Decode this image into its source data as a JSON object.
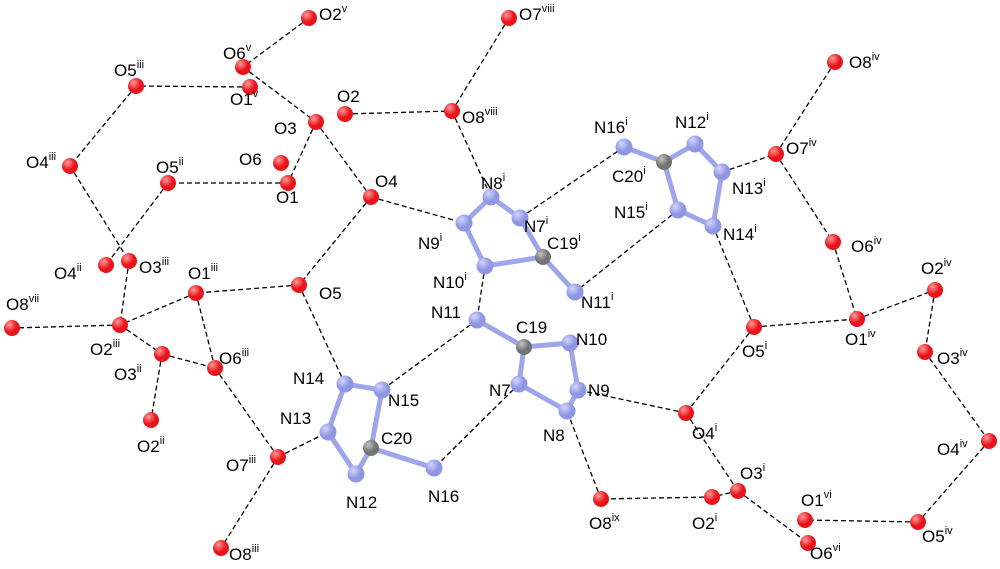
{
  "colors": {
    "oxygen": "#e8141b",
    "oxygen_highlight": "#ff9a9a",
    "nitrogen": "#8f96e3",
    "nitrogen_highlight": "#d3d6fb",
    "carbon": "#737373",
    "carbon_highlight": "#c2c2c2",
    "covalent_bond": "#9fa5ea",
    "hydrogen_bond": "#000000",
    "label": "#000000"
  },
  "atoms": [
    {
      "id": "O2v",
      "element": "O",
      "label": "O2",
      "sup": "v"
    },
    {
      "id": "O7viii",
      "element": "O",
      "label": "O7",
      "sup": "viii"
    },
    {
      "id": "O5iii",
      "element": "O",
      "label": "O5",
      "sup": "iii"
    },
    {
      "id": "O6v",
      "element": "O",
      "label": "O6",
      "sup": "v"
    },
    {
      "id": "O1v",
      "element": "O",
      "label": "O1",
      "sup": "v"
    },
    {
      "id": "O3",
      "element": "O",
      "label": "O3",
      "sup": ""
    },
    {
      "id": "O2",
      "element": "O",
      "label": "O2",
      "sup": ""
    },
    {
      "id": "O8viii",
      "element": "O",
      "label": "O8",
      "sup": "viii"
    },
    {
      "id": "O6",
      "element": "O",
      "label": "O6",
      "sup": ""
    },
    {
      "id": "O1",
      "element": "O",
      "label": "O1",
      "sup": ""
    },
    {
      "id": "O5ii",
      "element": "O",
      "label": "O5",
      "sup": "ii"
    },
    {
      "id": "O4iii",
      "element": "O",
      "label": "O4",
      "sup": "iii"
    },
    {
      "id": "O4",
      "element": "O",
      "label": "O4",
      "sup": ""
    },
    {
      "id": "O4ii",
      "element": "O",
      "label": "O4",
      "sup": "ii"
    },
    {
      "id": "O3iii",
      "element": "O",
      "label": "O3",
      "sup": "iii"
    },
    {
      "id": "O1iii",
      "element": "O",
      "label": "O1",
      "sup": "iii"
    },
    {
      "id": "O5",
      "element": "O",
      "label": "O5",
      "sup": ""
    },
    {
      "id": "O8vii",
      "element": "O",
      "label": "O8",
      "sup": "vii"
    },
    {
      "id": "O2iii",
      "element": "O",
      "label": "O2",
      "sup": "iii"
    },
    {
      "id": "O3ii",
      "element": "O",
      "label": "O3",
      "sup": "ii"
    },
    {
      "id": "O6iii",
      "element": "O",
      "label": "O6",
      "sup": "iii"
    },
    {
      "id": "O2ii",
      "element": "O",
      "label": "O2",
      "sup": "ii"
    },
    {
      "id": "O7iii",
      "element": "O",
      "label": "O7",
      "sup": "iii"
    },
    {
      "id": "O8iii",
      "element": "O",
      "label": "O8",
      "sup": "iii"
    },
    {
      "id": "O8iv",
      "element": "O",
      "label": "O8",
      "sup": "iv"
    },
    {
      "id": "O7iv",
      "element": "O",
      "label": "O7",
      "sup": "iv"
    },
    {
      "id": "O6iv",
      "element": "O",
      "label": "O6",
      "sup": "iv"
    },
    {
      "id": "O2iv",
      "element": "O",
      "label": "O2",
      "sup": "iv"
    },
    {
      "id": "O1iv",
      "element": "O",
      "label": "O1",
      "sup": "iv"
    },
    {
      "id": "O5i",
      "element": "O",
      "label": "O5",
      "sup": "i"
    },
    {
      "id": "O3iv",
      "element": "O",
      "label": "O3",
      "sup": "iv"
    },
    {
      "id": "O4i",
      "element": "O",
      "label": "O4",
      "sup": "i"
    },
    {
      "id": "O4iv",
      "element": "O",
      "label": "O4",
      "sup": "iv"
    },
    {
      "id": "O3i",
      "element": "O",
      "label": "O3",
      "sup": "i"
    },
    {
      "id": "O2i",
      "element": "O",
      "label": "O2",
      "sup": "i"
    },
    {
      "id": "O8ix",
      "element": "O",
      "label": "O8",
      "sup": "ix"
    },
    {
      "id": "O1vi",
      "element": "O",
      "label": "O1",
      "sup": "vi"
    },
    {
      "id": "O6vi",
      "element": "O",
      "label": "O6",
      "sup": "vi"
    },
    {
      "id": "O5iv",
      "element": "O",
      "label": "O5",
      "sup": "iv"
    },
    {
      "id": "N8i",
      "element": "N",
      "label": "N8",
      "sup": "i"
    },
    {
      "id": "N9i",
      "element": "N",
      "label": "N9",
      "sup": "i"
    },
    {
      "id": "N7i",
      "element": "N",
      "label": "N7",
      "sup": "i"
    },
    {
      "id": "N10i",
      "element": "N",
      "label": "N10",
      "sup": "i"
    },
    {
      "id": "C19i",
      "element": "C",
      "label": "C19",
      "sup": "i"
    },
    {
      "id": "N11i",
      "element": "N",
      "label": "N11",
      "sup": "i"
    },
    {
      "id": "N16i",
      "element": "N",
      "label": "N16",
      "sup": "i"
    },
    {
      "id": "C20i",
      "element": "C",
      "label": "C20",
      "sup": "i"
    },
    {
      "id": "N12i",
      "element": "N",
      "label": "N12",
      "sup": "i"
    },
    {
      "id": "N13i",
      "element": "N",
      "label": "N13",
      "sup": "i"
    },
    {
      "id": "N14i",
      "element": "N",
      "label": "N14",
      "sup": "i"
    },
    {
      "id": "N15i",
      "element": "N",
      "label": "N15",
      "sup": "i"
    },
    {
      "id": "N11",
      "element": "N",
      "label": "N11",
      "sup": ""
    },
    {
      "id": "C19",
      "element": "C",
      "label": "C19",
      "sup": ""
    },
    {
      "id": "N10",
      "element": "N",
      "label": "N10",
      "sup": ""
    },
    {
      "id": "N9",
      "element": "N",
      "label": "N9",
      "sup": ""
    },
    {
      "id": "N8",
      "element": "N",
      "label": "N8",
      "sup": ""
    },
    {
      "id": "N7",
      "element": "N",
      "label": "N7",
      "sup": ""
    },
    {
      "id": "N14",
      "element": "N",
      "label": "N14",
      "sup": ""
    },
    {
      "id": "N15",
      "element": "N",
      "label": "N15",
      "sup": ""
    },
    {
      "id": "N13",
      "element": "N",
      "label": "N13",
      "sup": ""
    },
    {
      "id": "C20",
      "element": "C",
      "label": "C20",
      "sup": ""
    },
    {
      "id": "N12",
      "element": "N",
      "label": "N12",
      "sup": ""
    },
    {
      "id": "N16",
      "element": "N",
      "label": "N16",
      "sup": ""
    }
  ],
  "covalent_bonds": [
    [
      "N8i",
      "N9i"
    ],
    [
      "N9i",
      "N10i"
    ],
    [
      "N10i",
      "C19i"
    ],
    [
      "C19i",
      "N7i"
    ],
    [
      "N7i",
      "N8i"
    ],
    [
      "C19i",
      "N11i"
    ],
    [
      "C20i",
      "N12i"
    ],
    [
      "N12i",
      "N13i"
    ],
    [
      "N13i",
      "N14i"
    ],
    [
      "N14i",
      "N15i"
    ],
    [
      "N15i",
      "C20i"
    ],
    [
      "C20i",
      "N16i"
    ],
    [
      "C19",
      "N10"
    ],
    [
      "N10",
      "N9"
    ],
    [
      "N9",
      "N8"
    ],
    [
      "N8",
      "N7"
    ],
    [
      "N7",
      "C19"
    ],
    [
      "C19",
      "N11"
    ],
    [
      "C20",
      "N15"
    ],
    [
      "N15",
      "N14"
    ],
    [
      "N14",
      "N13"
    ],
    [
      "N13",
      "N12"
    ],
    [
      "N12",
      "C20"
    ],
    [
      "C20",
      "N16"
    ]
  ],
  "hydrogen_bonds": [
    [
      "O2v",
      "O6v"
    ],
    [
      "O6v",
      "O3"
    ],
    [
      "O1v",
      "O5iii"
    ],
    [
      "O5iii",
      "O4iii"
    ],
    [
      "O4iii",
      "O3iii"
    ],
    [
      "O3",
      "O4"
    ],
    [
      "O3",
      "O1"
    ],
    [
      "O2",
      "O8viii"
    ],
    [
      "O8viii",
      "O7viii"
    ],
    [
      "O8viii",
      "N8i"
    ],
    [
      "O1",
      "O5ii"
    ],
    [
      "O5ii",
      "O4ii"
    ],
    [
      "O4",
      "N9i"
    ],
    [
      "O4",
      "O5"
    ],
    [
      "O5",
      "O1iii"
    ],
    [
      "O5",
      "N14"
    ],
    [
      "O1iii",
      "O2iii"
    ],
    [
      "O1iii",
      "O6iii"
    ],
    [
      "O2iii",
      "O8vii"
    ],
    [
      "O2iii",
      "O3ii"
    ],
    [
      "O3iii",
      "O2iii"
    ],
    [
      "O3ii",
      "O6iii"
    ],
    [
      "O3ii",
      "O2ii"
    ],
    [
      "O6iii",
      "O7iii"
    ],
    [
      "O7iii",
      "O8iii"
    ],
    [
      "O7iii",
      "N13"
    ],
    [
      "N16i",
      "N7i"
    ],
    [
      "N15i",
      "N11i"
    ],
    [
      "N10i",
      "N11"
    ],
    [
      "N11",
      "N15"
    ],
    [
      "N7",
      "N16"
    ],
    [
      "N13i",
      "O7iv"
    ],
    [
      "O7iv",
      "O8iv"
    ],
    [
      "O7iv",
      "O6iv"
    ],
    [
      "O6iv",
      "O1iv"
    ],
    [
      "N14i",
      "O5i"
    ],
    [
      "O5i",
      "O1iv"
    ],
    [
      "O1iv",
      "O2iv"
    ],
    [
      "O2iv",
      "O3iv"
    ],
    [
      "O3iv",
      "O4iv"
    ],
    [
      "O4iv",
      "O5iv"
    ],
    [
      "O5iv",
      "O1vi"
    ],
    [
      "O5i",
      "O4i"
    ],
    [
      "O4i",
      "N9"
    ],
    [
      "O4i",
      "O3i"
    ],
    [
      "O3i",
      "O2i"
    ],
    [
      "O3i",
      "O6vi"
    ],
    [
      "O2i",
      "O8ix"
    ],
    [
      "O8ix",
      "N8"
    ]
  ]
}
